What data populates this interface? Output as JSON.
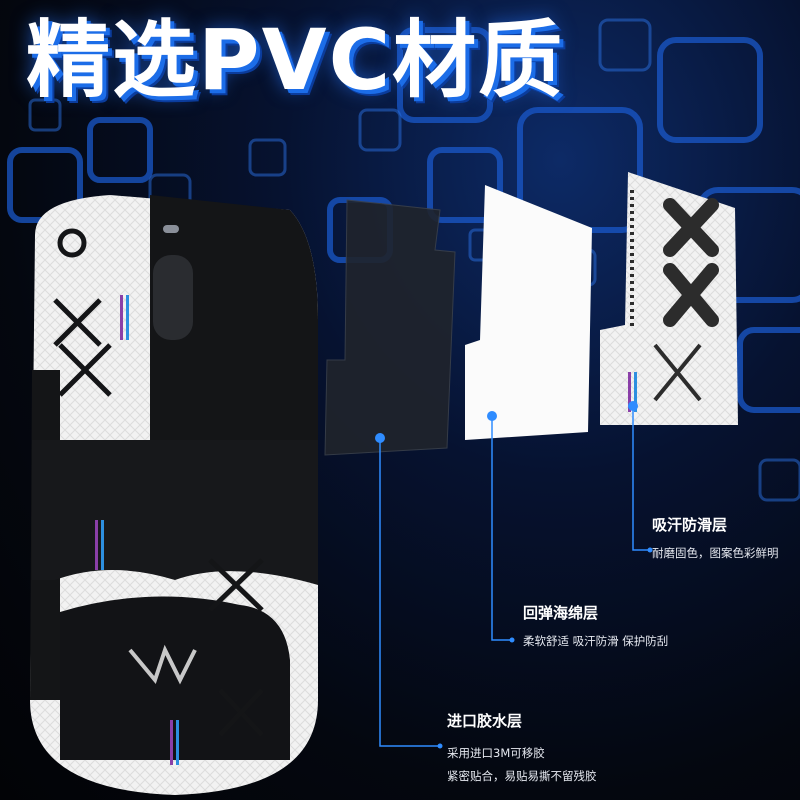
{
  "headline": "精选PVC材质",
  "layers": [
    {
      "title": "吸汗防滑层",
      "desc": [
        "耐磨固色，图案色彩鲜明"
      ]
    },
    {
      "title": "回弹海绵层",
      "desc": [
        "柔软舒适 吸汗防滑 保护防刮"
      ]
    },
    {
      "title": "进口胶水层",
      "desc": [
        "采用进口3M可移胶",
        "紧密贴合，易贴易撕不留残胶"
      ]
    }
  ],
  "colors": {
    "accent": "#1c6de8",
    "leader": "#2f8cff",
    "background": "#04070f"
  },
  "icons": [
    "mouse-illustration",
    "pattern-layer-icon",
    "foam-layer-icon",
    "adhesive-layer-icon"
  ]
}
